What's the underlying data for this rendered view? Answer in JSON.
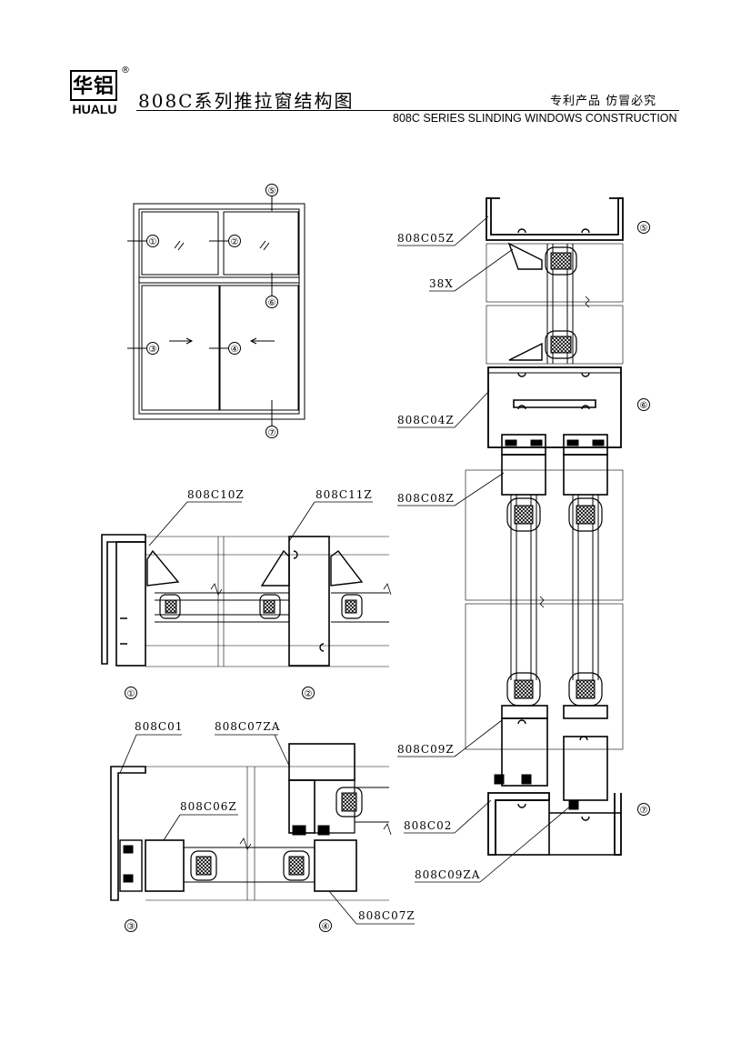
{
  "brand": {
    "logo_cn": "华铝",
    "logo_en": "HUALU",
    "registered": "®"
  },
  "header": {
    "title_cn": "808C系列推拉窗结构图",
    "patent_notice": "专利产品  仿冒必究",
    "title_en": "808C SERIES SLINDING WINDOWS CONSTRUCTION"
  },
  "elevation": {
    "circles": [
      "①",
      "②",
      "③",
      "④",
      "⑤",
      "⑥",
      "⑦"
    ]
  },
  "section_12": {
    "labels": [
      "808C10Z",
      "808C11Z"
    ],
    "circles": [
      "①",
      "②"
    ]
  },
  "section_34": {
    "labels": [
      "808C01",
      "808C07ZA",
      "808C06Z",
      "808C07Z"
    ],
    "circles": [
      "③",
      "④"
    ]
  },
  "vertical_section": {
    "labels": [
      "808C05Z",
      "38X",
      "808C04Z",
      "808C08Z",
      "808C09Z",
      "808C02",
      "808C09ZA"
    ],
    "circles": [
      "⑤",
      "⑥",
      "⑦"
    ]
  },
  "colors": {
    "line": "#000000",
    "gasket": "#000000",
    "background": "#ffffff"
  }
}
